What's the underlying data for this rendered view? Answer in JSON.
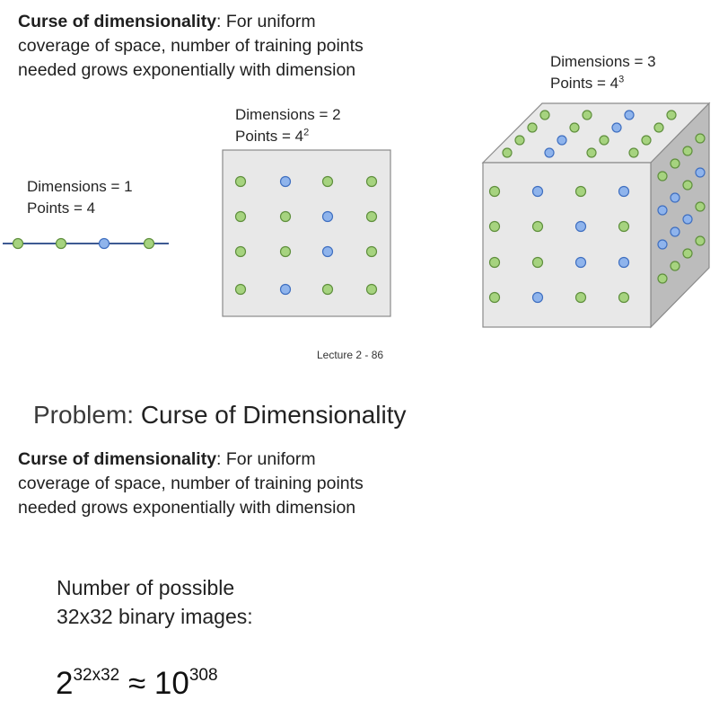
{
  "top_definition": {
    "term": "Curse of dimensionality",
    "rest_line1": ": For uniform",
    "line2": "coverage of space, number of training points",
    "line3": "needed grows exponentially with dimension"
  },
  "line_1d": {
    "dimensions_label": "Dimensions = 1",
    "points_label": "Points = 4",
    "point_colors": [
      "green",
      "green",
      "blue",
      "green"
    ]
  },
  "square_2d": {
    "dimensions_label": "Dimensions = 2",
    "points_label": "Points = 4",
    "points_exponent": "2",
    "grid": [
      [
        "green",
        "blue",
        "green",
        "green"
      ],
      [
        "green",
        "green",
        "blue",
        "green"
      ],
      [
        "green",
        "green",
        "blue",
        "green"
      ],
      [
        "green",
        "blue",
        "green",
        "green"
      ]
    ]
  },
  "cube_3d": {
    "dimensions_label": "Dimensions = 3",
    "points_label": "Points = 4",
    "points_exponent": "3",
    "front_grid": [
      [
        "green",
        "blue",
        "green",
        "blue"
      ],
      [
        "green",
        "green",
        "blue",
        "green"
      ],
      [
        "green",
        "green",
        "blue",
        "blue"
      ],
      [
        "green",
        "blue",
        "green",
        "green"
      ]
    ]
  },
  "footer": "Lecture 2 - 86",
  "section_title": {
    "prefix": "Problem: ",
    "emphasis": "Curse of Dimensionality"
  },
  "bottom_definition": {
    "term": "Curse of dimensionality",
    "rest_line1": ": For uniform",
    "line2": "coverage of space, number of training points",
    "line3": "needed grows exponentially with dimension"
  },
  "binary_images": {
    "line1": "Number of possible",
    "line2": "32x32 binary images:"
  },
  "formula": {
    "base": "2",
    "exponent": "32x32",
    "approx": " ≈ ",
    "result_base": "10",
    "result_exponent": "308"
  },
  "colors": {
    "green_fill": "#a6d37f",
    "green_stroke": "#5f8f3d",
    "blue_fill": "#8fb4ec",
    "blue_stroke": "#3f6fc0",
    "line": "#3e5a92",
    "panel_fill": "#e8e8e8",
    "panel_stroke": "#8a8a8a",
    "cube_top": "#e9e9e9",
    "cube_side": "#bcbcbc"
  }
}
